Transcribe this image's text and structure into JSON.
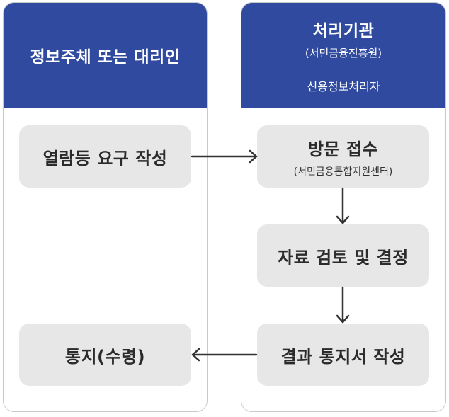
{
  "lanes": {
    "left": {
      "title": "정보주체 또는 대리인"
    },
    "right": {
      "title": "처리기관",
      "subtitle": "(서민금융진흥원)",
      "subtitle2": "신용정보처리자"
    }
  },
  "steps": {
    "request": {
      "label": "열람등 요구 작성"
    },
    "visit": {
      "label": "방문 접수",
      "sub": "(서민금융통합지원센터)"
    },
    "review": {
      "label": "자료 검토 및 결정"
    },
    "result": {
      "label": "결과 통지서 작성"
    },
    "notice": {
      "label": "통지(수령)"
    }
  },
  "colors": {
    "header": "#2f4a9e",
    "box": "#e7e7e7",
    "arrow": "#333333",
    "border": "#c9c9c9"
  }
}
